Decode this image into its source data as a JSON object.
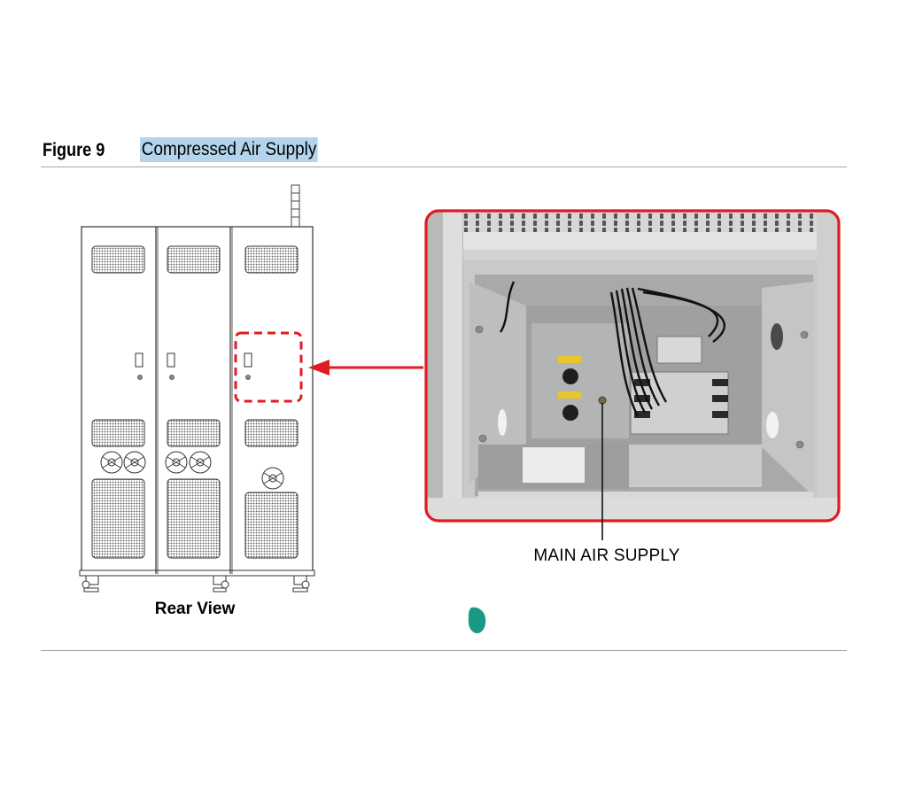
{
  "figure": {
    "number": "Figure 9",
    "title": "Compressed Air Supply"
  },
  "labels": {
    "rear_view": "Rear View",
    "main_air_supply": "MAIN AIR SUPPLY"
  },
  "colors": {
    "highlight": "#b3d4ec",
    "callout_red": "#e01b24",
    "marker_teal": "#1a9a85",
    "rule_gray": "#a6a6a6"
  }
}
